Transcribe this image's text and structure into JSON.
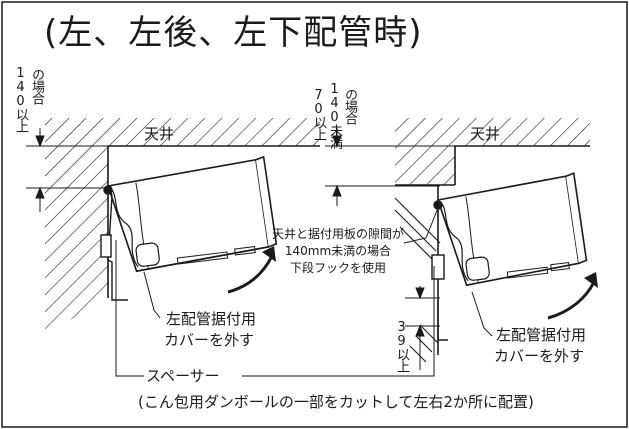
{
  "title": "(左、左後、左下配管時)",
  "left_panel": {
    "clearance": "140以上",
    "clearance_note": "の場合",
    "ceiling": "天井",
    "cover_line1": "左配管据付用",
    "cover_line2": "カバーを外す"
  },
  "right_panel": {
    "clearance_min": "70以上",
    "clearance_max": "140未満",
    "clearance_note": "の場合",
    "ceiling": "天井",
    "hook_note_line1": "天井と据付用板の隙間が",
    "hook_note_line2": "140mm未満の場合",
    "hook_note_line3": "下段フックを使用",
    "bottom_gap": "39以上",
    "cover_line1": "左配管据付用",
    "cover_line2": "カバーを外す"
  },
  "spacer": {
    "label": "スペーサー",
    "note": "(こん包用ダンボールの一部をカットして左右2か所に配置)"
  },
  "colors": {
    "line": "#1a1a1a",
    "background": "#ffffff"
  }
}
